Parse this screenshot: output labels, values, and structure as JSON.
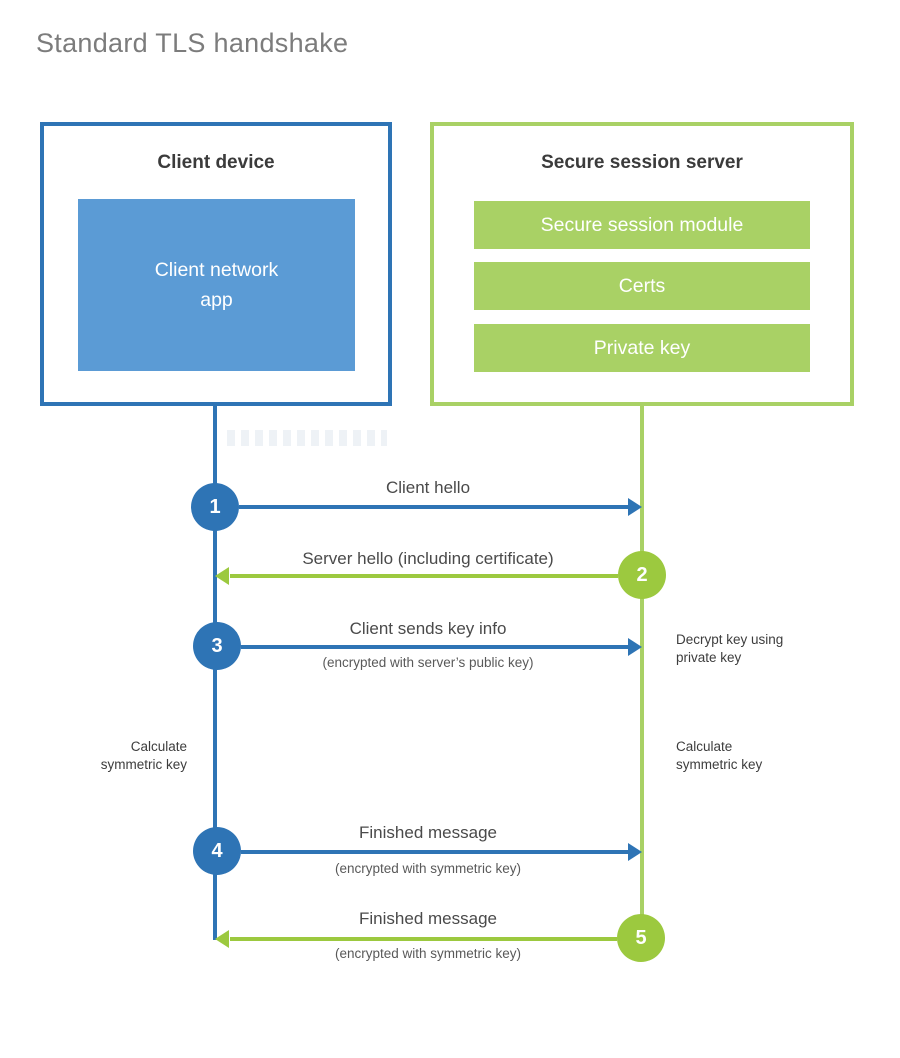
{
  "title": "Standard TLS handshake",
  "client": {
    "title": "Client device",
    "app_label": "Client network\napp"
  },
  "server": {
    "title": "Secure session server",
    "modules": [
      "Secure session module",
      "Certs",
      "Private key"
    ]
  },
  "steps": [
    {
      "num": "1",
      "from": "client",
      "to": "server",
      "label": "Client hello",
      "sub": ""
    },
    {
      "num": "2",
      "from": "server",
      "to": "client",
      "label": "Server hello (including certificate)",
      "sub": ""
    },
    {
      "num": "3",
      "from": "client",
      "to": "server",
      "label": "Client sends key info",
      "sub": "(encrypted with server’s public key)"
    },
    {
      "num": "4",
      "from": "client",
      "to": "server",
      "label": "Finished message",
      "sub": "(encrypted with symmetric key)"
    },
    {
      "num": "5",
      "from": "server",
      "to": "client",
      "label": "Finished message",
      "sub": "(encrypted with symmetric key)"
    }
  ],
  "annotations": {
    "decrypt_note": "Decrypt key using private key",
    "client_calc_note": "Calculate symmetric key",
    "server_calc_note": "Calculate symmetric key"
  },
  "colors": {
    "client_blue": "#2e74b5",
    "client_fill_blue": "#5b9bd5",
    "server_green": "#a9d165",
    "step_circle_green": "#9cc93f",
    "title_gray": "#7c7c7c",
    "heading_dark": "#3b3b3b",
    "label_gray": "#4a4a4a"
  }
}
